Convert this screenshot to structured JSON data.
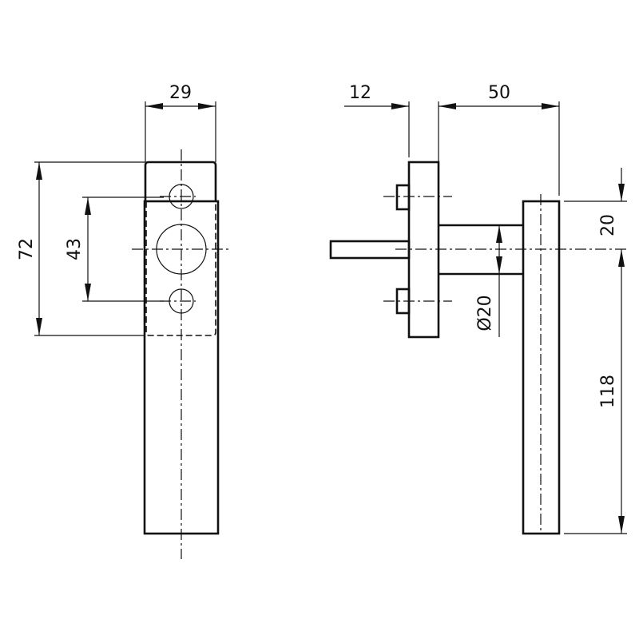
{
  "front_view": {
    "width_label": "29",
    "rosette_height_label": "72",
    "hole_spacing_label": "43"
  },
  "side_view": {
    "rosette_thickness_label": "12",
    "projection_label": "50",
    "lever_offset_label": "20",
    "neck_diameter_label": "Ø20",
    "lever_length_label": "118"
  }
}
